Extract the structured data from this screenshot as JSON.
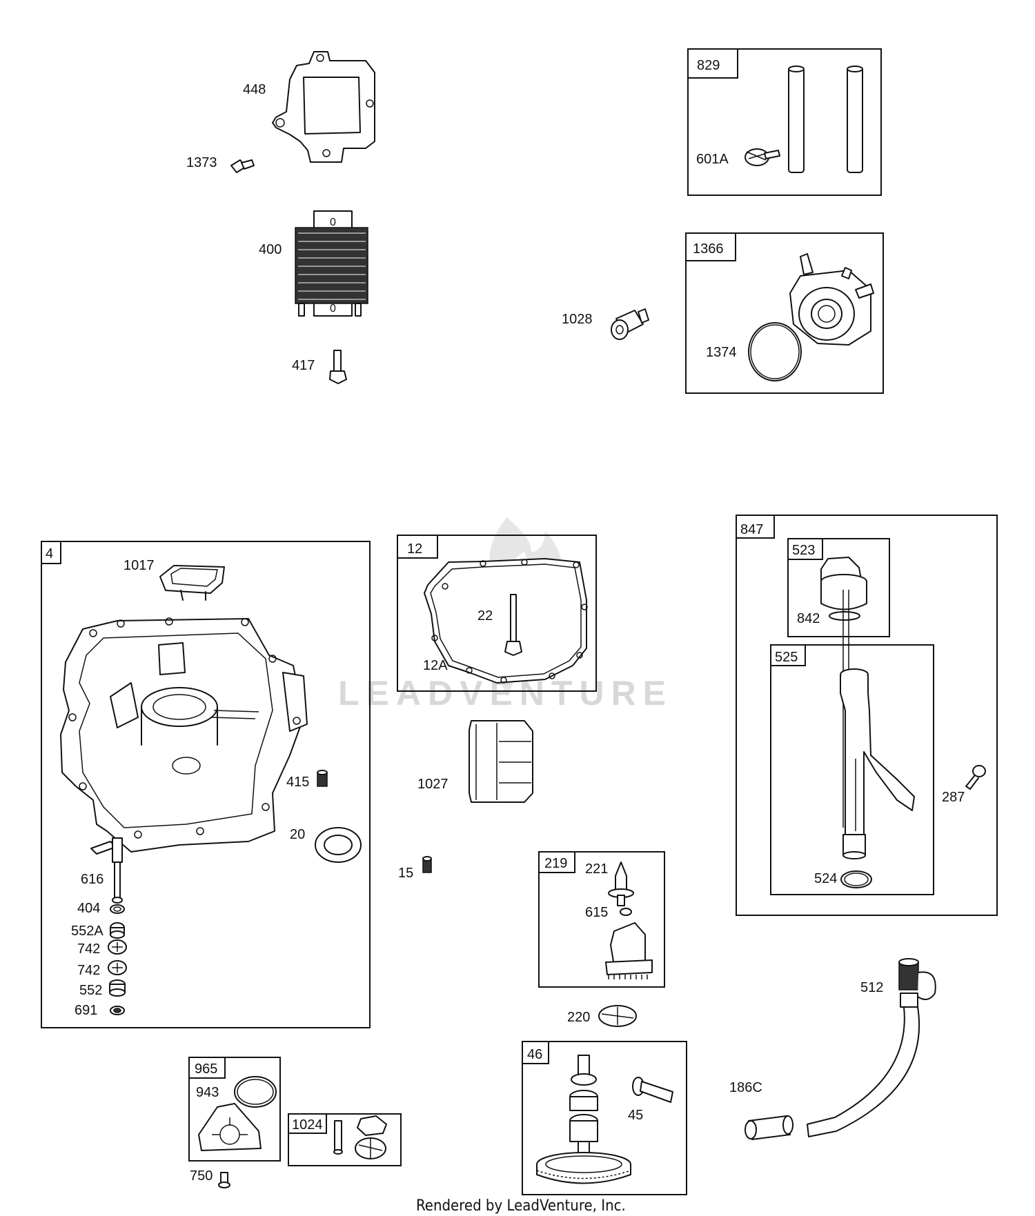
{
  "labels": {
    "l448": "448",
    "l1373": "1373",
    "l400": "400",
    "l417": "417",
    "l829": "829",
    "l601A": "601A",
    "l1028": "1028",
    "l1366": "1366",
    "l1374": "1374",
    "l4": "4",
    "l1017": "1017",
    "l415": "415",
    "l20": "20",
    "l616": "616",
    "l404": "404",
    "l552A": "552A",
    "l742a": "742",
    "l742b": "742",
    "l552": "552",
    "l691": "691",
    "l12": "12",
    "l22": "22",
    "l12A": "12A",
    "l1027": "1027",
    "l15": "15",
    "l847": "847",
    "l523": "523",
    "l842": "842",
    "l525": "525",
    "l287": "287",
    "l524": "524",
    "l219": "219",
    "l221": "221",
    "l615": "615",
    "l220": "220",
    "l46": "46",
    "l45": "45",
    "l512": "512",
    "l186C": "186C",
    "l965": "965",
    "l943": "943",
    "l750": "750",
    "l1024": "1024"
  },
  "watermark": "LEADVENTURE",
  "footer": "Rendered by LeadVenture, Inc."
}
